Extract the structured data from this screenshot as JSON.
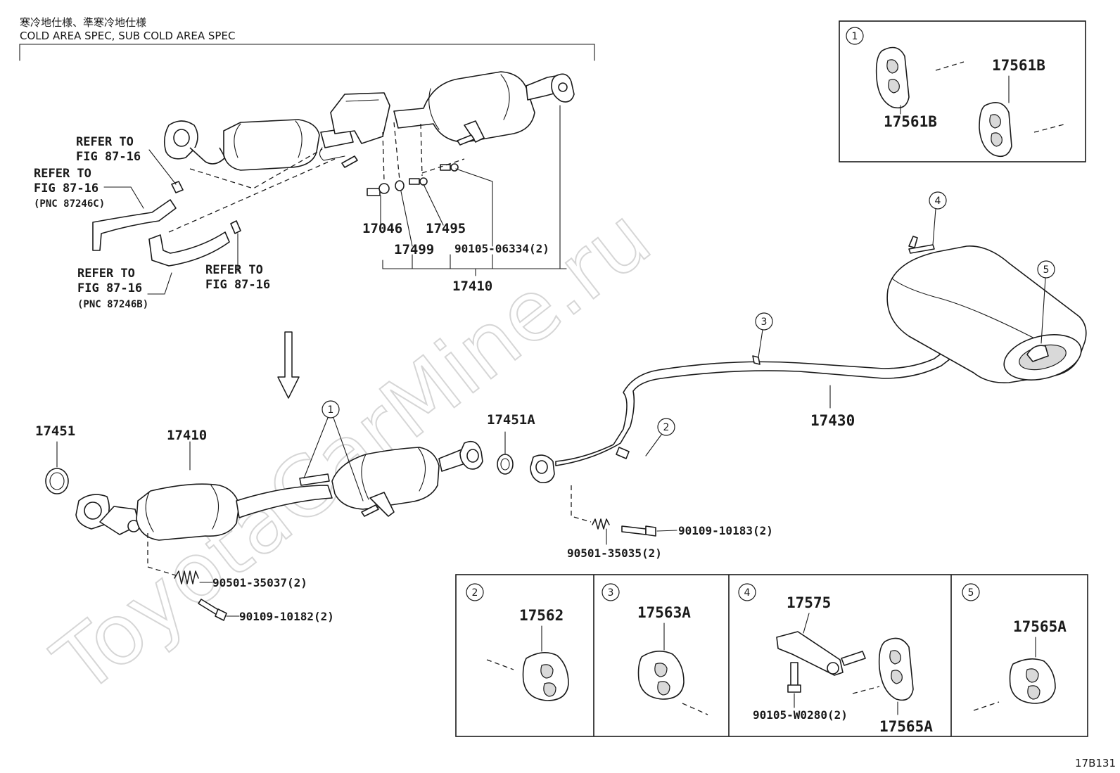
{
  "header": {
    "title_jp": "寒冷地仕様、準寒冷地仕様",
    "title_en": "COLD AREA SPEC, SUB COLD AREA SPEC"
  },
  "watermark": "ToyotaCarMine.ru",
  "refs": {
    "ref1": {
      "line1": "REFER TO",
      "line2": "FIG 87-16"
    },
    "ref2": {
      "line1": "REFER TO",
      "line2": "FIG 87-16",
      "pnc": "(PNC 87246C)"
    },
    "ref3": {
      "line1": "REFER TO",
      "line2": "FIG 87-16",
      "pnc": "(PNC 87246B)"
    },
    "ref4": {
      "line1": "REFER TO",
      "line2": "FIG 87-16"
    }
  },
  "parts": {
    "p17046": "17046",
    "p17495": "17495",
    "p17499": "17499",
    "p90105_06334": "90105-06334(2)",
    "p17410_top": "17410",
    "p17451": "17451",
    "p17410": "17410",
    "p17451A": "17451A",
    "p17430": "17430",
    "p90501_35037": "90501-35037(2)",
    "p90109_10182": "90109-10182(2)",
    "p90109_10183": "90109-10183(2)",
    "p90501_35035": "90501-35035(2)"
  },
  "callouts": {
    "c1": "1",
    "c2": "2",
    "c3": "3",
    "c4": "4",
    "c5": "5"
  },
  "inset_top": {
    "num": "1",
    "a": "17561B",
    "b": "17561B"
  },
  "insets_bottom": [
    {
      "num": "2",
      "parts": [
        "17562"
      ]
    },
    {
      "num": "3",
      "parts": [
        "17563A"
      ]
    },
    {
      "num": "4",
      "parts": [
        "17575",
        "90105-W0280(2)",
        "17565A"
      ]
    },
    {
      "num": "5",
      "parts": [
        "17565A"
      ]
    }
  ],
  "figure_id": "17B131"
}
